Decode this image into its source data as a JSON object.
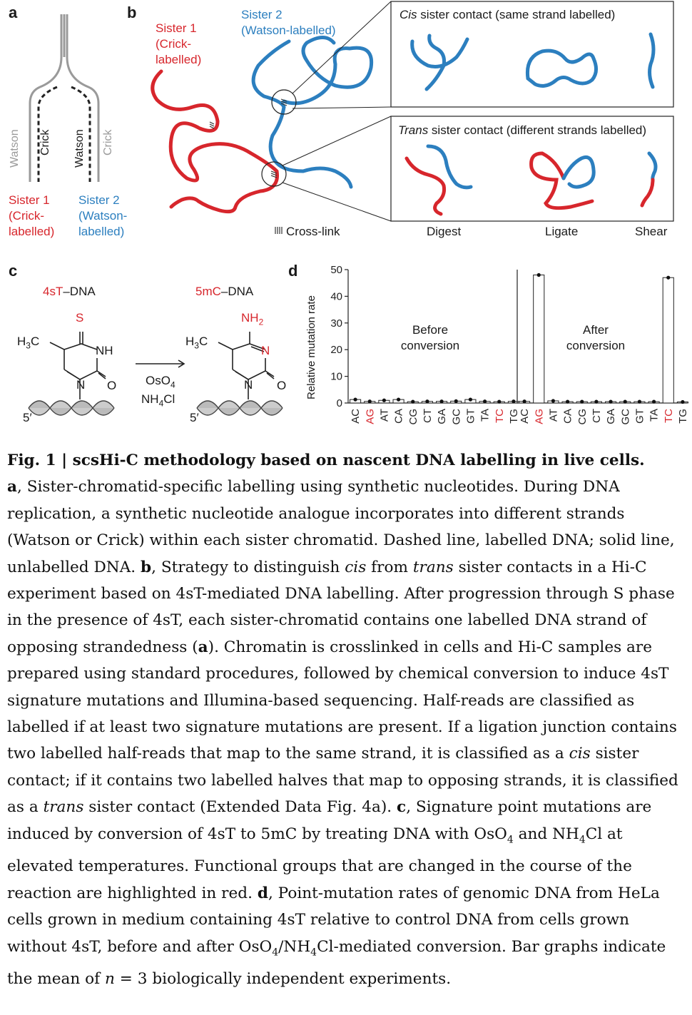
{
  "panels": {
    "a": {
      "label": "a",
      "strand_watson": "Watson",
      "strand_crick": "Crick",
      "sister1": [
        "Sister 1",
        "(Crick-",
        "labelled)"
      ],
      "sister2": [
        "Sister 2",
        "(Watson-",
        "labelled)"
      ]
    },
    "b": {
      "label": "b",
      "sister1": [
        "Sister 1",
        "(Crick-",
        "labelled)"
      ],
      "sister2": [
        "Sister 2",
        "(Watson-labelled)"
      ],
      "cis_italic": "Cis",
      "cis_rest": " sister contact (same strand labelled)",
      "trans_italic": "Trans",
      "trans_rest": " sister contact (different strands labelled)",
      "crosslink": "Cross-link",
      "steps": [
        "Digest",
        "Ligate",
        "Shear"
      ]
    },
    "c": {
      "label": "c",
      "left_red": "4sT",
      "left_rest": "–DNA",
      "right_red": "5mC",
      "right_rest": "–DNA",
      "S": "S",
      "NH": "NH",
      "NH2": "NH",
      "NH2_sub": "2",
      "N": "N",
      "O": "O",
      "H3C": "H",
      "H3C_sub": "3",
      "H3C_C": "C",
      "five_prime": "5′",
      "reagent1": "OsO",
      "reagent1_sub": "4",
      "reagent2": "NH",
      "reagent2_sub": "4",
      "reagent2_end": "Cl"
    },
    "d": {
      "label": "d",
      "ylabel": "Relative mutation rate",
      "before_title": [
        "Before",
        "conversion"
      ],
      "after_title": [
        "After",
        "conversion"
      ]
    }
  },
  "chart_data": [
    {
      "type": "bar",
      "title": "Before conversion",
      "ylabel": "Relative mutation rate",
      "categories": [
        "AC",
        "AG",
        "AT",
        "CA",
        "CG",
        "CT",
        "GA",
        "GC",
        "GT",
        "TA",
        "TC",
        "TG"
      ],
      "highlighted_categories": [
        "AG",
        "TC"
      ],
      "values": [
        1.3,
        0.6,
        1.0,
        1.3,
        0.5,
        0.6,
        0.6,
        0.7,
        1.3,
        0.6,
        0.5,
        0.6
      ],
      "ylim": [
        0,
        50
      ],
      "yticks": [
        0,
        10,
        20,
        30,
        40,
        50
      ]
    },
    {
      "type": "bar",
      "title": "After conversion",
      "categories": [
        "AC",
        "AG",
        "AT",
        "CA",
        "CG",
        "CT",
        "GA",
        "GC",
        "GT",
        "TA",
        "TC",
        "TG"
      ],
      "highlighted_categories": [
        "AG",
        "TC"
      ],
      "values": [
        0.6,
        48.0,
        0.8,
        0.5,
        0.5,
        0.5,
        0.5,
        0.5,
        0.5,
        0.5,
        47.0,
        0.4
      ],
      "ylim": [
        0,
        50
      ]
    }
  ],
  "colors": {
    "red": "#d7262c",
    "blue": "#2c7fbf",
    "grey": "#9a9a9a"
  },
  "caption": {
    "fig": "Fig. 1 | ",
    "title": "scsHi-C methodology based on nascent DNA labelling in live cells.",
    "s1_label": "a",
    "s1": ", Sister-chromatid-specific labelling using synthetic nucleotides. During DNA replication, a synthetic nucleotide analogue incorporates into different strands (Watson or Crick) within each sister chromatid. Dashed line, labelled DNA; solid line, unlabelled DNA. ",
    "s2_label": "b",
    "s2a": ", Strategy to distinguish ",
    "cis": "cis",
    "s2b": " from ",
    "trans": "trans",
    "s2c": " sister contacts in a Hi-C experiment based on 4sT-mediated DNA labelling. After progression through S phase in the presence of 4sT, each sister-chromatid contains one labelled DNA strand of opposing strandedness (",
    "s2_ref": "a",
    "s2d": "). Chromatin is crosslinked in cells and Hi-C samples are prepared using standard procedures, followed by chemical conversion to induce 4sT signature mutations and Illumina-based sequencing. Half-reads are classified as labelled if at least two signature mutations are present. If a ligation junction contains two labelled half-reads that map to the same strand, it is classified as a ",
    "cis2": "cis",
    "s2e": " sister contact; if it contains two labelled halves that map to opposing strands, it is classified as a ",
    "trans2": "trans",
    "s2f": " sister contact (Extended Data Fig. 4a). ",
    "s3_label": "c",
    "s3a": ", Signature point mutations are induced by conversion of 4sT to 5mC by treating DNA with OsO",
    "s3_sub1": "4",
    "s3b": " and NH",
    "s3_sub2": "4",
    "s3c": "Cl at elevated temperatures. Functional groups that are changed in the course of the reaction are highlighted in red. ",
    "s4_label": "d",
    "s4a": ", Point-mutation rates of genomic DNA from HeLa cells grown in medium containing 4sT relative to control DNA from cells grown without 4sT, before and after OsO",
    "s4_sub1": "4",
    "s4b": "/NH",
    "s4_sub2": "4",
    "s4c": "Cl-mediated conversion. Bar graphs indicate the mean of ",
    "n": "n",
    "s4d": " = 3 biologically independent experiments."
  }
}
